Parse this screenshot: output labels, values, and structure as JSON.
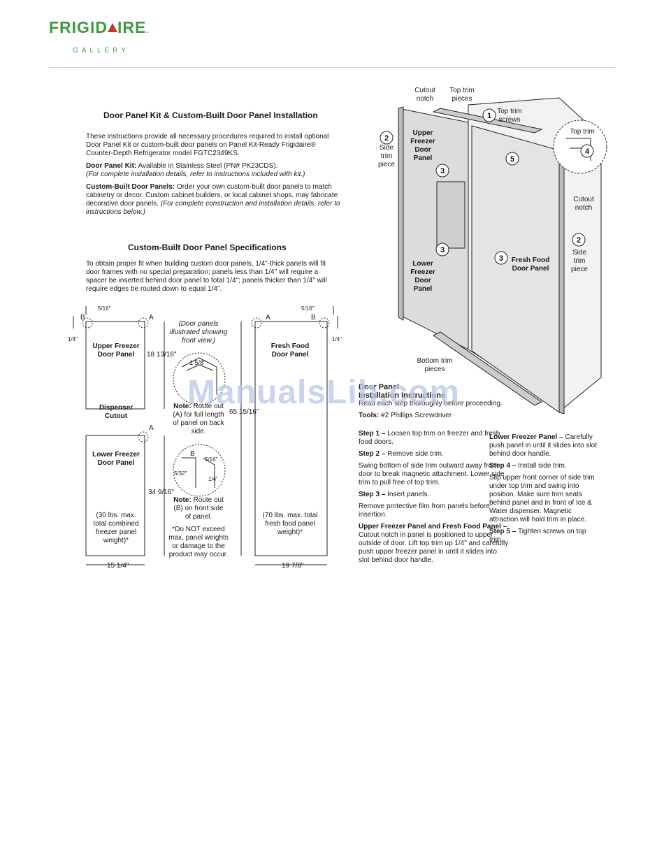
{
  "brand": {
    "name_part1": "FRIGID",
    "name_part2": "IRE",
    "name_suffix": ".",
    "sub": "GALLERY"
  },
  "section1": {
    "title": "Door Panel Kit & Custom-Built Door Panel Installation",
    "intro": "These instructions provide all necessary procedures required to install optional Door Panel Kit or custom-built door panels on Panel Kit-Ready Frigidaire® Counter-Depth Refrigerator model FGTC2349KS.",
    "kit_label": "Door Panel Kit:",
    "kit_text": " Available in Stainless Steel (PN# PK23CDS).",
    "kit_note": "(For complete installation details, refer to instructions included with kit.)",
    "custom_label": "Custom-Built Door Panels:",
    "custom_text": " Order your own custom-built door panels to match cabinetry or decor. Custom cabinet builders, or local cabinet shops, may fabricate decorative door panels.",
    "custom_note": " (For complete construction and installation details, refer to instructions below.)"
  },
  "section2": {
    "title": "Custom-Built Door Panel Specifications",
    "text": "To obtain proper fit when building custom door panels, 1/4\"-thick panels will fit door frames with no special preparation; panels less than 1/4\" will require a spacer be inserted behind door panel to total 1/4\"; panels thicker than 1/4\" will require edges be routed down to equal 1/4\"."
  },
  "spec_diagram": {
    "upper_freezer": "Upper Freezer Door Panel",
    "dispenser": "Dispenser Cutout",
    "lower_freezer": "Lower Freezer Door Panel",
    "lower_weight": "(30 lbs. max. total combined freezer panel weight)*",
    "fresh_food": "Fresh Food Door Panel",
    "fresh_weight": "(70 lbs. max. total fresh food panel weight)*",
    "illustrated": "(Door panels illustrated showing front view.)",
    "note_a_label": "Note:",
    "note_a": " Route out (A) for full length of panel on back side.",
    "note_b_label": "Note:",
    "note_b": " Route out (B) on front side of panel.",
    "warning": "*Do NOT exceed max. panel weights or damage to the product may occur.",
    "dim_upper_h": "18 13/16\"",
    "dim_lower_h": "34 9/16\"",
    "dim_width_left": "15 1/4\"",
    "dim_fresh_h": "65 15/16\"",
    "dim_width_right": "19 7/8\"",
    "dim_5_16": "5/16\"",
    "dim_1_4": "1/4\"",
    "dim_1_5_8": "1 5/8\"",
    "dim_5_32": "5/32\"",
    "label_a": "A",
    "label_b": "B"
  },
  "fridge_diagram": {
    "cutout_notch_top": "Cutout notch",
    "top_trim_pieces": "Top trim pieces",
    "top_trim_screws": "Top trim screws",
    "top_trim": "Top trim",
    "side_trim_left": "Side trim piece",
    "side_trim_right": "Side trim piece",
    "cutout_notch_right": "Cutout notch",
    "upper_freezer": "Upper Freezer Door Panel",
    "lower_freezer": "Lower Freezer Door Panel",
    "fresh_food": "Fresh Food Door Panel",
    "bottom_trim": "Bottom trim pieces",
    "n1": "1",
    "n2": "2",
    "n3": "3",
    "n4": "4",
    "n5": "5"
  },
  "instructions": {
    "title_line1": "Door Panel",
    "title_line2": "Installation Instructions",
    "lead": "Read each step thoroughly before proceeding.",
    "tools_label": "Tools:",
    "tools": " #2 Phillips Screwdriver",
    "step1_label": "Step 1 –",
    "step1": " Loosen top trim on freezer and fresh food doors.",
    "step2_label": "Step 2 –",
    "step2": " Remove side trim.",
    "step2_detail": "Swing bottom of side trim outward away from door to break magnetic attachment. Lower side trim to pull free of top trim.",
    "step3_label": "Step 3 –",
    "step3": " Insert panels.",
    "step3_detail": "Remove protective film from panels before insertion.",
    "upper_label": "Upper Freezer Panel and Fresh Food Panel –",
    "upper_text": " Cutout notch in panel is positioned to upper outside of door. Lift top trim up 1/4\" and carefully push upper freezer panel in until it slides into slot behind door handle.",
    "lower_label": "Lower Freezer Panel –",
    "lower_text": " Carefully push panel in until it slides into slot behind door handle.",
    "step4_label": "Step 4 –",
    "step4": " Install side trim.",
    "step4_detail": "Slip upper front corner of side trim under top trim and swing into position. Make sure trim seats behind panel and in front of Ice & Water dispenser. Magnetic attraction will hold trim in place.",
    "step5_label": "Step 5 –",
    "step5": " Tighten screws on top trim."
  },
  "watermark": "ManualsLib.com"
}
